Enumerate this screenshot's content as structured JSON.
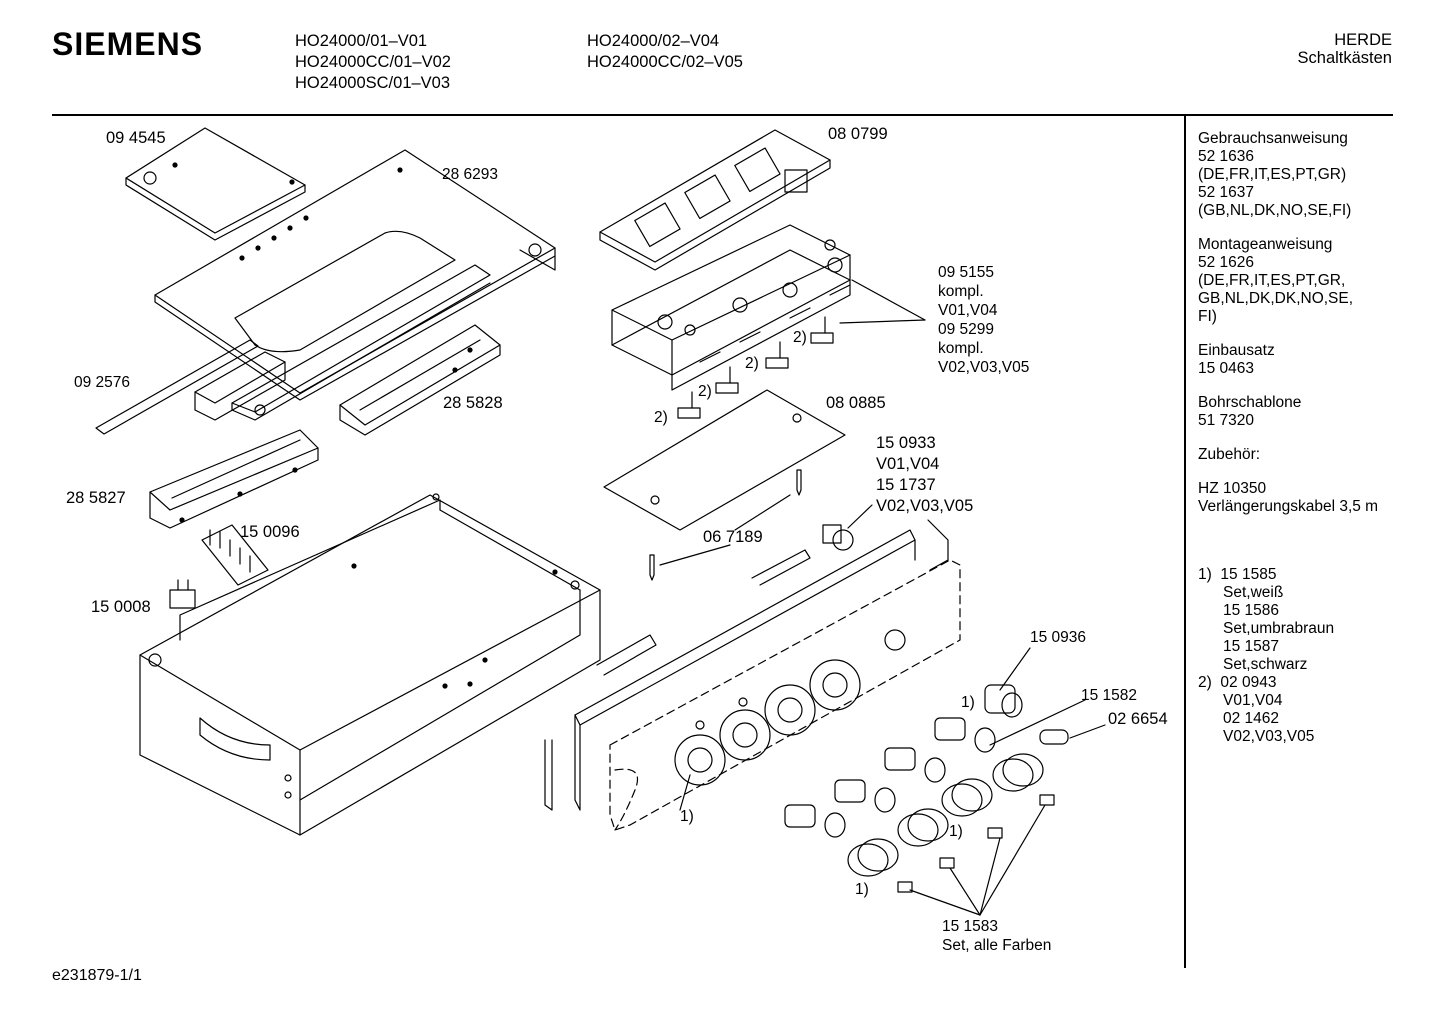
{
  "header": {
    "brand": "SIEMENS",
    "models_col1": [
      "HO24000/01–V01",
      "HO24000CC/01–V02",
      "HO24000SC/01–V03"
    ],
    "models_col2": [
      "HO24000/02–V04",
      "HO24000CC/02–V05"
    ],
    "category": [
      "HERDE",
      "Schaltkästen"
    ]
  },
  "sidebar": {
    "blocks": [
      [
        "Gebrauchsanweisung",
        "52 1636",
        "(DE,FR,IT,ES,PT,GR)",
        "52 1637",
        "(GB,NL,DK,NO,SE,FI)"
      ],
      [
        "Montageanweisung",
        "52 1626",
        "(DE,FR,IT,ES,PT,GR,",
        "GB,NL,DK,DK,NO,SE,",
        "FI)"
      ],
      [
        "Einbausatz",
        "15 0463"
      ],
      [
        "Bohrschablone",
        "51 7320"
      ],
      [
        "Zubehör:"
      ],
      [
        "HZ 10350",
        "Verlängerungskabel 3,5 m"
      ]
    ],
    "notes": [
      {
        "marker": "1)",
        "text": "15 1585"
      },
      {
        "marker": "",
        "text": "Set,weiß"
      },
      {
        "marker": "",
        "text": "15 1586"
      },
      {
        "marker": "",
        "text": "Set,umbrabraun"
      },
      {
        "marker": "",
        "text": "15 1587"
      },
      {
        "marker": "",
        "text": "Set,schwarz"
      },
      {
        "marker": "2)",
        "text": "02 0943"
      },
      {
        "marker": "",
        "text": "V01,V04"
      },
      {
        "marker": "",
        "text": "02 1462"
      },
      {
        "marker": "",
        "text": "V02,V03,V05"
      }
    ]
  },
  "parts": {
    "p094545": "09 4545",
    "p286293": "28 6293",
    "p080799": "08 0799",
    "p092576": "09 2576",
    "p285828": "28 5828",
    "p285827": "28 5827",
    "p150096": "15 0096",
    "p150008": "15 0008",
    "p095155": [
      "09 5155",
      "kompl.",
      "V01,V04",
      "09 5299",
      "kompl.",
      "V02,V03,V05"
    ],
    "p080885": "08 0885",
    "p150933": [
      "15 0933",
      "V01,V04",
      "15 1737",
      "V02,V03,V05"
    ],
    "p067189": "06 7189",
    "p150936": "15 0936",
    "p151582": "15 1582",
    "p026654": "02 6654",
    "p151583": [
      "15 1583",
      "Set, alle Farben"
    ],
    "note1": "1)",
    "note2": "2)"
  },
  "footer": {
    "code": "e231879-1/1"
  }
}
